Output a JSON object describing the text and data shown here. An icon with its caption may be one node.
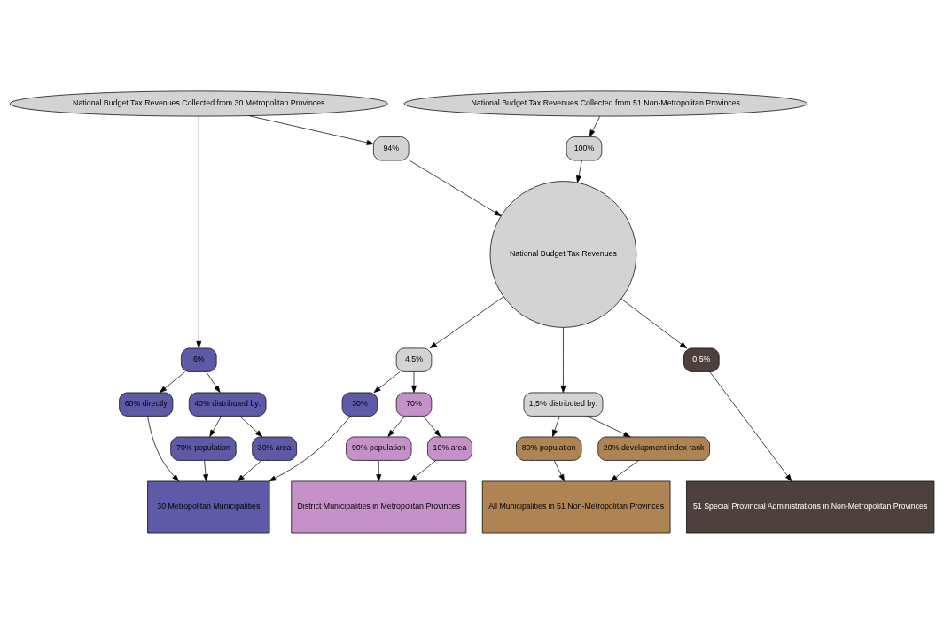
{
  "diagram": {
    "nodes": [
      {
        "text": [
          "National Budget Tax Revenues Collected from 30 Metropolitan Provinces"
        ]
      },
      {
        "text": [
          "National Budget Tax Revenues Collected from 51 Non-Metropolitan Provinces"
        ]
      },
      {
        "text": [
          "6%"
        ]
      },
      {
        "text": [
          "94%"
        ]
      },
      {
        "text": [
          "100%"
        ]
      },
      {
        "text": [
          "National Budget Tax Revenues"
        ]
      },
      {
        "text": [
          "60% directly"
        ]
      },
      {
        "text": [
          "40% distributed by:"
        ]
      },
      {
        "text": [
          "4.5%"
        ]
      },
      {
        "text": [
          "1,5% distributed by:"
        ]
      },
      {
        "text": [
          "0.5%"
        ]
      },
      {
        "text": [
          "70% population"
        ]
      },
      {
        "text": [
          "30% area"
        ]
      },
      {
        "text": [
          "30%"
        ]
      },
      {
        "text": [
          "70%"
        ]
      },
      {
        "text": [
          "90% population"
        ]
      },
      {
        "text": [
          "10% area"
        ]
      },
      {
        "text": [
          "80% population"
        ]
      },
      {
        "text": [
          "20% development index rank"
        ]
      },
      {
        "text": [
          "30 Metropolitan Municipalities"
        ]
      },
      {
        "text": [
          "District Municipalities in Metropolitan Provinces"
        ]
      },
      {
        "text": [
          "All Municipalities in 51 Non-Metropolitan Provinces"
        ]
      },
      {
        "text": [
          "51 Special Provincial Administrations in Non-Metropolitan Provinces"
        ]
      }
    ],
    "edges": [
      {
        "from": 0,
        "to": 2,
        "arrow": "to"
      },
      {
        "from": 0,
        "to": 3,
        "arrow": "to"
      },
      {
        "from": 1,
        "to": 4,
        "arrow": "to"
      },
      {
        "from": 3,
        "to": 5,
        "arrow": "to"
      },
      {
        "from": 4,
        "to": 5,
        "arrow": "to"
      },
      {
        "from": 2,
        "to": 6,
        "arrow": "to"
      },
      {
        "from": 2,
        "to": 7,
        "arrow": "to"
      },
      {
        "from": 5,
        "to": 8,
        "arrow": "to"
      },
      {
        "from": 5,
        "to": 9,
        "arrow": "to"
      },
      {
        "from": 5,
        "to": 10,
        "arrow": "to"
      },
      {
        "from": 7,
        "to": 11,
        "arrow": "to"
      },
      {
        "from": 7,
        "to": 12,
        "arrow": "to"
      },
      {
        "from": 8,
        "to": 13,
        "arrow": "to"
      },
      {
        "from": 8,
        "to": 14,
        "arrow": "to"
      },
      {
        "from": 14,
        "to": 15,
        "arrow": "to"
      },
      {
        "from": 14,
        "to": 16,
        "arrow": "to"
      },
      {
        "from": 9,
        "to": 17,
        "arrow": "to"
      },
      {
        "from": 9,
        "to": 18,
        "arrow": "to"
      },
      {
        "from": 6,
        "to": 19,
        "arrow": "to"
      },
      {
        "from": 11,
        "to": 19,
        "arrow": "to"
      },
      {
        "from": 12,
        "to": 19,
        "arrow": "to"
      },
      {
        "from": 13,
        "to": 19,
        "arrow": "to"
      },
      {
        "from": 15,
        "to": 20,
        "arrow": "to"
      },
      {
        "from": 16,
        "to": 20,
        "arrow": "to"
      },
      {
        "from": 17,
        "to": 21,
        "arrow": "to"
      },
      {
        "from": 18,
        "to": 21,
        "arrow": "to"
      },
      {
        "from": 10,
        "to": 22,
        "arrow": "to"
      }
    ]
  }
}
